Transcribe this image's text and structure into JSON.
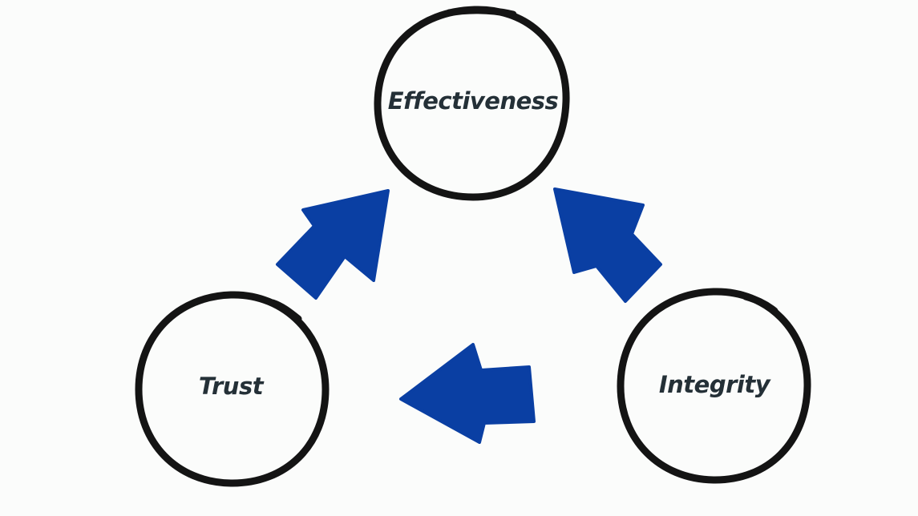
{
  "diagram": {
    "type": "cycle",
    "colors": {
      "background": "#fbfcfb",
      "circle_stroke": "#141414",
      "label_text": "#243037",
      "arrow_fill": "#0a3fa3"
    },
    "nodes": {
      "effectiveness": {
        "label": "Effectiveness"
      },
      "trust": {
        "label": "Trust"
      },
      "integrity": {
        "label": "Integrity"
      }
    },
    "edges": [
      {
        "from": "Trust",
        "to": "Effectiveness"
      },
      {
        "from": "Integrity",
        "to": "Effectiveness"
      },
      {
        "from": "Integrity",
        "to": "Trust"
      }
    ]
  }
}
